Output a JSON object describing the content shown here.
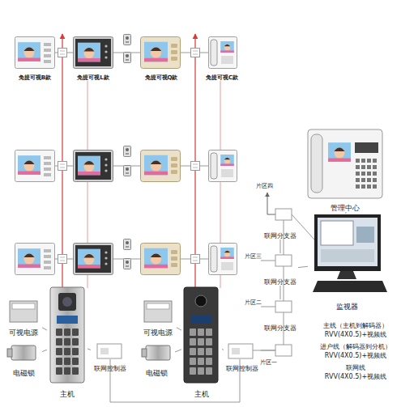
{
  "diagram": {
    "nodes": [
      {
        "text": [
          "免提可视B款"
        ]
      },
      {
        "text": [
          "免提可视L款"
        ]
      },
      {
        "text": [
          "免提可视Q款"
        ]
      },
      {
        "text": [
          "免提可视C款"
        ]
      },
      {
        "text": [
          "可视电源"
        ]
      },
      {
        "text": [
          "电磁锁"
        ]
      },
      {
        "text": [
          "主机"
        ]
      },
      {
        "text": [
          "联网控制器"
        ]
      },
      {
        "text": [
          "可视电源"
        ]
      },
      {
        "text": [
          "电磁锁"
        ]
      },
      {
        "text": [
          "主机"
        ]
      },
      {
        "text": [
          "联网控制器"
        ]
      },
      {
        "text": [
          "联网分支器"
        ]
      },
      {
        "text": [
          "联网分支器"
        ]
      },
      {
        "text": [
          "联网分支器"
        ]
      },
      {
        "text": [
          "管理中心"
        ]
      },
      {
        "text": [
          "监视器"
        ]
      }
    ],
    "edges": [
      {
        "from": 4,
        "to": 6,
        "arrow": "none"
      },
      {
        "from": 5,
        "to": 6,
        "arrow": "none"
      },
      {
        "from": 6,
        "to": 7,
        "arrow": "none"
      },
      {
        "from": 8,
        "to": 10,
        "arrow": "none"
      },
      {
        "from": 9,
        "to": 10,
        "arrow": "none"
      },
      {
        "from": 10,
        "to": 11,
        "arrow": "none"
      },
      {
        "from": 12,
        "to": 13,
        "arrow": "none"
      },
      {
        "from": 13,
        "to": 14,
        "arrow": "none"
      },
      {
        "from": 15,
        "to": 16,
        "arrow": "none"
      },
      {
        "from": 13,
        "to": 16,
        "arrow": "none"
      }
    ],
    "labels": [
      "片区四",
      "片区三",
      "片区二",
      "片区一",
      "主线（主机到解码器）",
      "RVV(4X0.5)+视频线",
      "进户线（解码器到分机）",
      "RVV(4X0.5)+视频线",
      "联网线",
      "RVV(4X0.5)+视频线"
    ]
  }
}
